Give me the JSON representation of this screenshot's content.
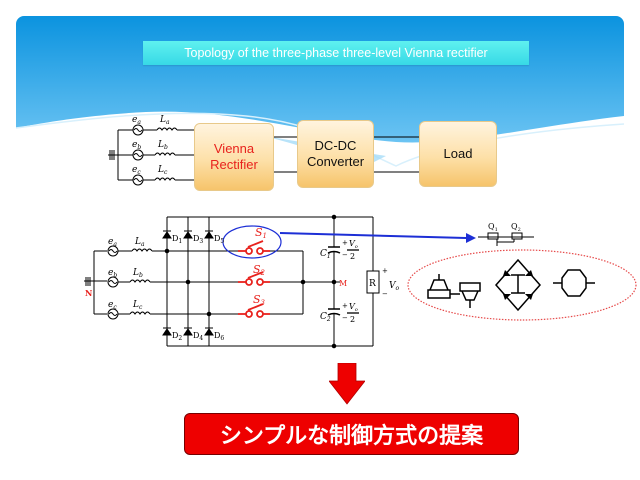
{
  "title": "Topology of the three-phase three-level Vienna rectifier",
  "block_diagram": {
    "sources": [
      {
        "emf": "e",
        "emf_sub": "a",
        "inductor": "L",
        "inductor_sub": "a"
      },
      {
        "emf": "e",
        "emf_sub": "b",
        "inductor": "L",
        "inductor_sub": "b"
      },
      {
        "emf": "e",
        "emf_sub": "c",
        "inductor": "L",
        "inductor_sub": "c"
      }
    ],
    "blocks": [
      {
        "line1": "Vienna",
        "line2": "Rectifier"
      },
      {
        "line1": "DC-DC",
        "line2": "Converter"
      },
      {
        "line1": "Load",
        "line2": ""
      }
    ]
  },
  "circuit": {
    "neutral_label": "N",
    "diodes": [
      "D",
      "D",
      "D",
      "D",
      "D",
      "D"
    ],
    "diode_subs": [
      "1",
      "3",
      "5",
      "2",
      "4",
      "6"
    ],
    "switches": [
      {
        "label": "S",
        "sub": "1"
      },
      {
        "label": "S",
        "sub": "2"
      },
      {
        "label": "S",
        "sub": "3"
      }
    ],
    "capacitors": [
      {
        "label": "C",
        "sub": "1"
      },
      {
        "label": "C",
        "sub": "2"
      }
    ],
    "midpoint_label": "M",
    "load_label": "R",
    "vo_label": "V",
    "vo_sub": "o",
    "half_denominator": "2",
    "plus": "+",
    "minus": "−"
  },
  "switch_detail": {
    "transistors": [
      {
        "label": "Q",
        "sub": "1"
      },
      {
        "label": "Q",
        "sub": "2"
      }
    ]
  },
  "proposal_text": "シンプルな制御方式の提案",
  "colors": {
    "accent_red": "#ee0000",
    "link_blue": "#1d2fd6",
    "switch_red": "#e8221d",
    "title_cyan": "#4fe8ee"
  }
}
